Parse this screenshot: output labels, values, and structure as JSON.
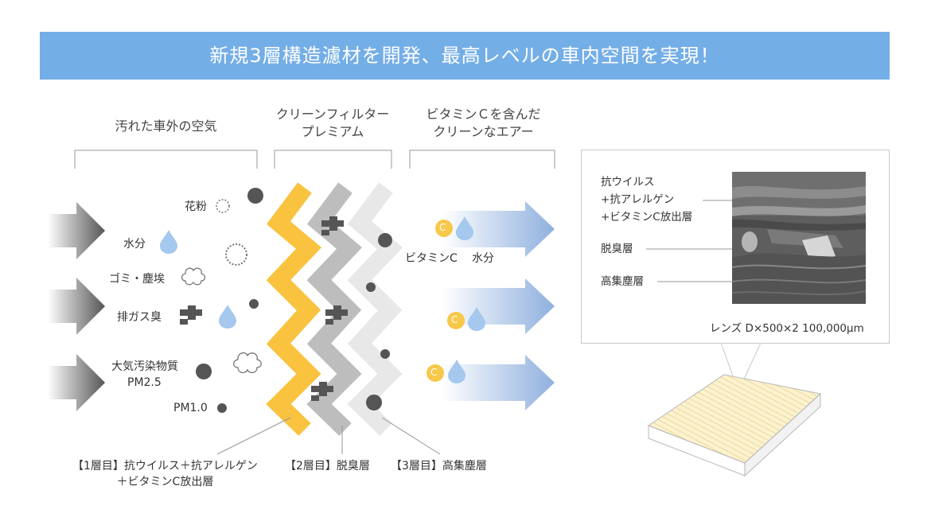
{
  "title": "新規3層構造濾材を開発、最高レベルの車内空間を実現！",
  "headers": {
    "dirty_air": "汚れた車外の空気",
    "filter": [
      "クリーンフィルター",
      "プレミアム"
    ],
    "clean_air": [
      "ビタミンＣを含んだ",
      "クリーンなエアー"
    ]
  },
  "pollutants": {
    "pollen": "花粉",
    "water": "水分",
    "dust": "ゴミ・塵埃",
    "exhaust": "排ガス臭",
    "pm25": [
      "大気汚染物質",
      "PM2.5"
    ],
    "pm10": "PM1.0"
  },
  "output_labels": {
    "vitamin": "ビタミンC",
    "water": "水分",
    "vitamin_badge": "C"
  },
  "layers": {
    "layer1": [
      "【1層目】抗ウイルス＋抗アレルゲン",
      "＋ビタミンC放出層"
    ],
    "layer2": "【2層目】脱臭層",
    "layer3": "【3層目】高集塵層"
  },
  "panel": {
    "antivirus": [
      "抗ウイルス",
      "+抗アレルゲン",
      "+ビタミンC放出層"
    ],
    "deodorize": "脱臭層",
    "dust": "高集塵層",
    "caption": "レンズ D×500×2 100,000μm"
  },
  "colors": {
    "title_bg": "#74aee7",
    "layer1": "#f9c33f",
    "layer2": "#bdbdbd",
    "layer3": "#e8e8e8",
    "droplet": "#a5c8ee",
    "vitamin": "#f7c84a",
    "particle": "#555555",
    "arrow_out": "#8fb0de"
  },
  "icons": {
    "arrow_in": "gradient-arrow-right-icon",
    "arrow_out": "blue-gradient-arrow-right-icon",
    "droplet": "water-droplet-icon",
    "pollen": "pollen-icon",
    "dust": "dust-cloud-icon",
    "odor": "odor-molecule-icon",
    "particle": "particle-dot-icon"
  }
}
